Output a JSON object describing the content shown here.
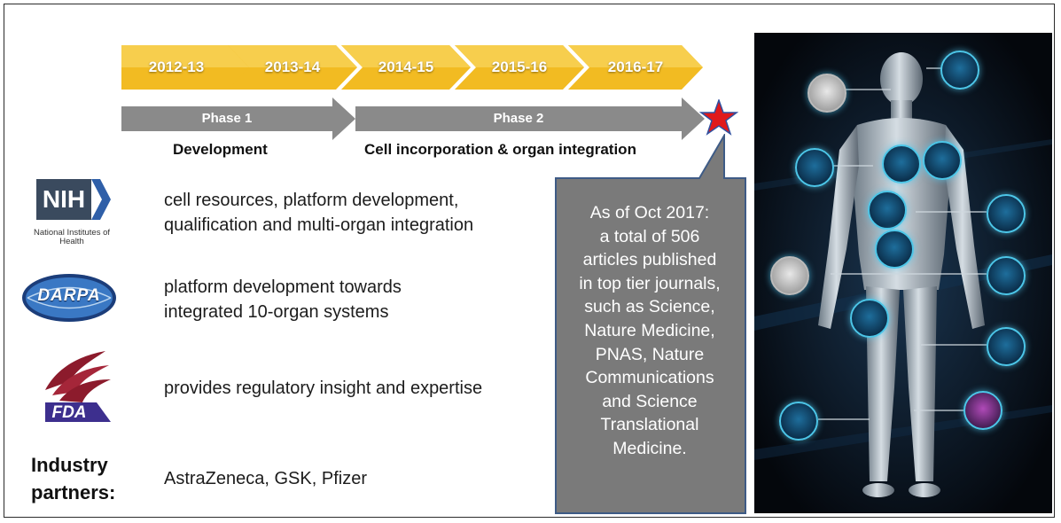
{
  "timeline": {
    "years": [
      {
        "label": "2012-13"
      },
      {
        "label": "2013-14"
      },
      {
        "label": "2014-15"
      },
      {
        "label": "2015-16"
      },
      {
        "label": "2016-17"
      }
    ],
    "colors": {
      "year_fill": "#f2bb22",
      "phase_fill": "#8a8a8a",
      "star": "#e0191b"
    }
  },
  "phases": [
    {
      "label": "Phase 1",
      "desc": "Development"
    },
    {
      "label": "Phase 2",
      "desc": "Cell incorporation & organ integration"
    }
  ],
  "agencies": [
    {
      "logo": "NIH",
      "logo_sub": "National Institutes of Health",
      "role_lines": [
        "cell resources, platform development,",
        "qualification and multi-organ integration"
      ]
    },
    {
      "logo": "DARPA",
      "role_lines": [
        "platform development towards",
        "integrated 10-organ systems"
      ]
    },
    {
      "logo": "FDA",
      "role_lines": [
        "provides regulatory insight and expertise"
      ]
    }
  ],
  "industry": {
    "label_lines": [
      "Industry",
      "partners:"
    ],
    "partners": "AstraZeneca, GSK, Pfizer"
  },
  "callout": {
    "lines": [
      "As of Oct 2017:",
      "a total of 506",
      "articles published",
      "in top tier journals,",
      "such as Science,",
      "Nature Medicine,",
      "PNAS, Nature",
      "Communications",
      "and Science",
      "Translational",
      "Medicine."
    ],
    "fill": "#7a7a7a"
  },
  "body_panel": {
    "organ_icons": [
      "brain-icon",
      "ear-icon",
      "lung-icon",
      "heart-icon",
      "muscle-icon",
      "liver-icon",
      "kidney-icon",
      "intestine-icon",
      "testis-icon",
      "uterus-icon",
      "vessel-icon",
      "fat-tissue-icon",
      "skin-icon",
      "bone-marrow-icon"
    ]
  }
}
